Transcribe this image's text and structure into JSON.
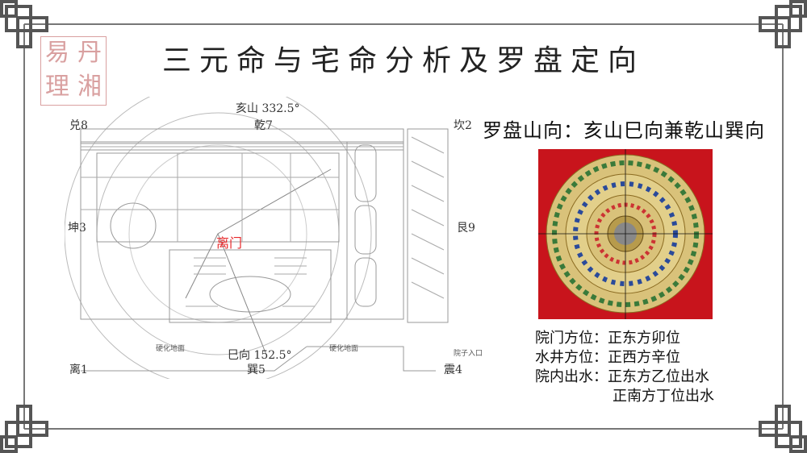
{
  "title": "三元命与宅命分析及罗盘定向",
  "seal": {
    "chars": [
      "易",
      "丹",
      "理",
      "湘"
    ]
  },
  "plan": {
    "mountain_label": "亥山 332.5°",
    "facing_label": "巳向 152.5°",
    "gate_label": "离门",
    "trigrams": {
      "dui": "兑8",
      "qian": "乾7",
      "kan": "坎2",
      "kun": "坤3",
      "gen": "艮9",
      "li": "离1",
      "xun": "巽5",
      "zhen": "震4"
    },
    "notes": [
      "硬化地面",
      "硬化地面",
      "院子入口"
    ],
    "gate_color": "#e8282a"
  },
  "right": {
    "heading": "罗盘山向：亥山巳向兼乾山巽向",
    "compass_color": "#c8141c",
    "info": [
      {
        "label": "院门方位：",
        "value": "正东方卯位"
      },
      {
        "label": "水井方位：",
        "value": "正西方辛位"
      },
      {
        "label": "院内出水：",
        "value": "正东方乙位出水"
      },
      {
        "label": "",
        "value": "正南方丁位出水"
      }
    ]
  }
}
